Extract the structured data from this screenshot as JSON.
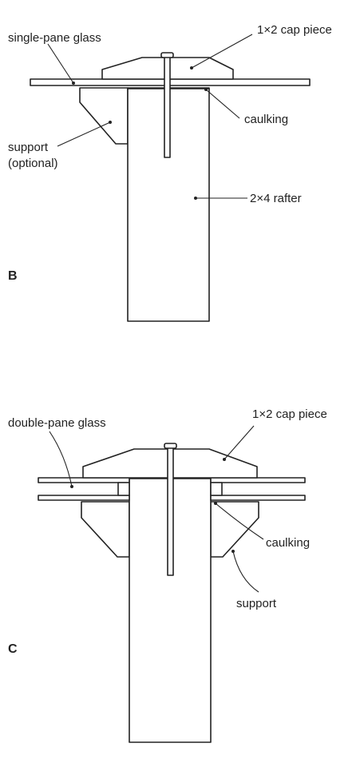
{
  "figure_b": {
    "letter": "B",
    "labels": {
      "glass": "single-pane glass",
      "cap": "1×2 cap piece",
      "caulking": "caulking",
      "support_line1": "support",
      "support_line2": "(optional)",
      "rafter": "2×4 rafter"
    }
  },
  "figure_c": {
    "letter": "C",
    "labels": {
      "glass": "double-pane glass",
      "cap": "1×2 cap piece",
      "caulking": "caulking",
      "support": "support"
    }
  },
  "colors": {
    "ink": "#222222",
    "background": "#ffffff"
  }
}
